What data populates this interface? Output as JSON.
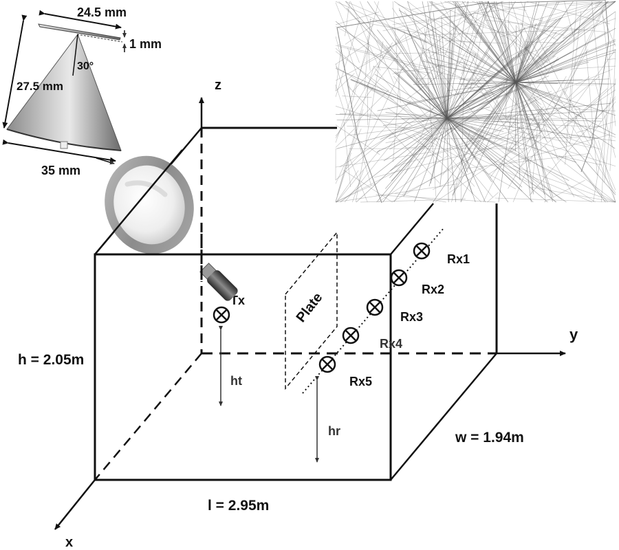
{
  "antenna_inset": {
    "disk_diameter": "24.5 mm",
    "gap": "1 mm",
    "angle": "30°",
    "slant_height": "27.5 mm",
    "base_diameter": "35 mm"
  },
  "axes": {
    "x": "x",
    "y": "y",
    "z": "z"
  },
  "room": {
    "height_label": "h = 2.05m",
    "length_label": "l = 2.95m",
    "width_label": "w = 1.94m"
  },
  "transmitter": {
    "label": "Tx",
    "height_label": "ht"
  },
  "plate": {
    "label": "Plate"
  },
  "receivers": [
    {
      "label": "Rx1"
    },
    {
      "label": "Rx2"
    },
    {
      "label": "Rx3"
    },
    {
      "label": "Rx4"
    },
    {
      "label": "Rx5"
    }
  ],
  "receiver_height_label": "hr",
  "colors": {
    "line": "#111111",
    "ray": "#555555",
    "cone_light": "#e6e6e6",
    "cone_dark": "#6e6e6e"
  }
}
